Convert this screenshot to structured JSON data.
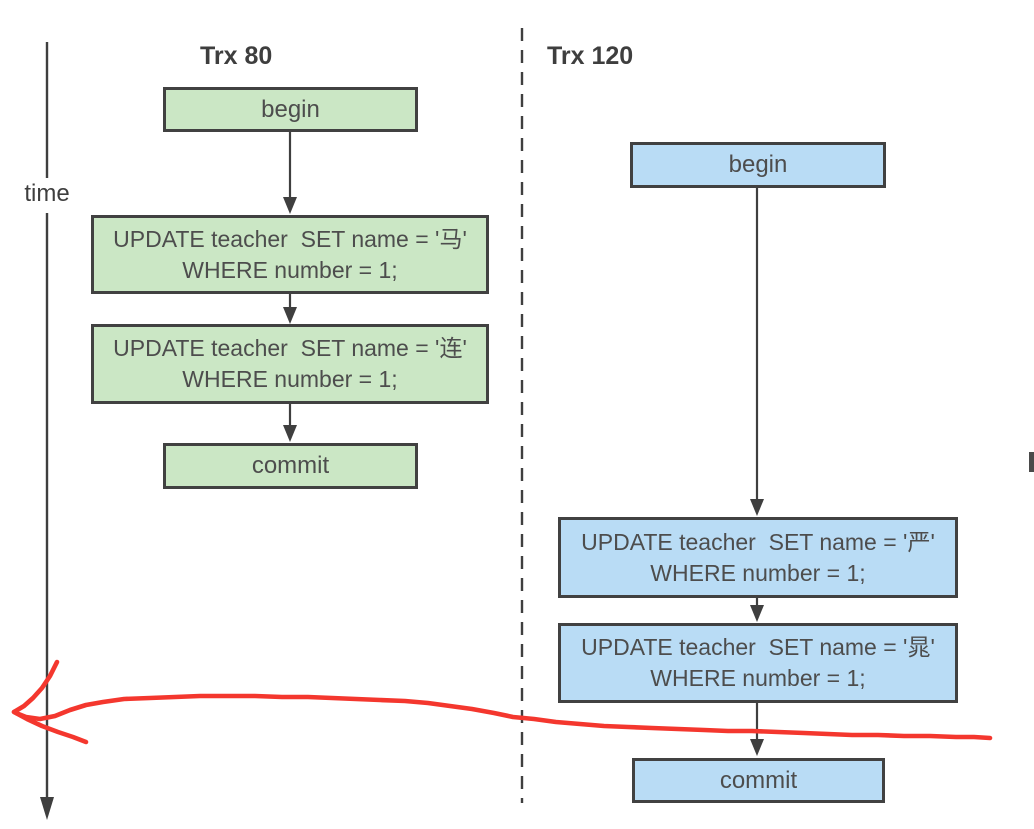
{
  "figure": {
    "time_axis_label": "time",
    "colors": {
      "trx80_fill": "#cbe7c5",
      "trx120_fill": "#b9dcf5",
      "outline": "#414141",
      "text": "#4d4d4d",
      "red_annotation": "#f4372e"
    },
    "trx80": {
      "title": "Trx 80",
      "begin_label": "begin",
      "update1_line1": "UPDATE teacher  SET name = '马'",
      "update1_line2": "WHERE number = 1;",
      "update2_line1": "UPDATE teacher  SET name = '连'",
      "update2_line2": "WHERE number = 1;",
      "commit_label": "commit"
    },
    "trx120": {
      "title": "Trx 120",
      "begin_label": "begin",
      "update1_line1": "UPDATE teacher  SET name = '严'",
      "update1_line2": "WHERE number = 1;",
      "update2_line1": "UPDATE teacher  SET name = '晁'",
      "update2_line2": "WHERE number = 1;",
      "commit_label": "commit"
    }
  }
}
